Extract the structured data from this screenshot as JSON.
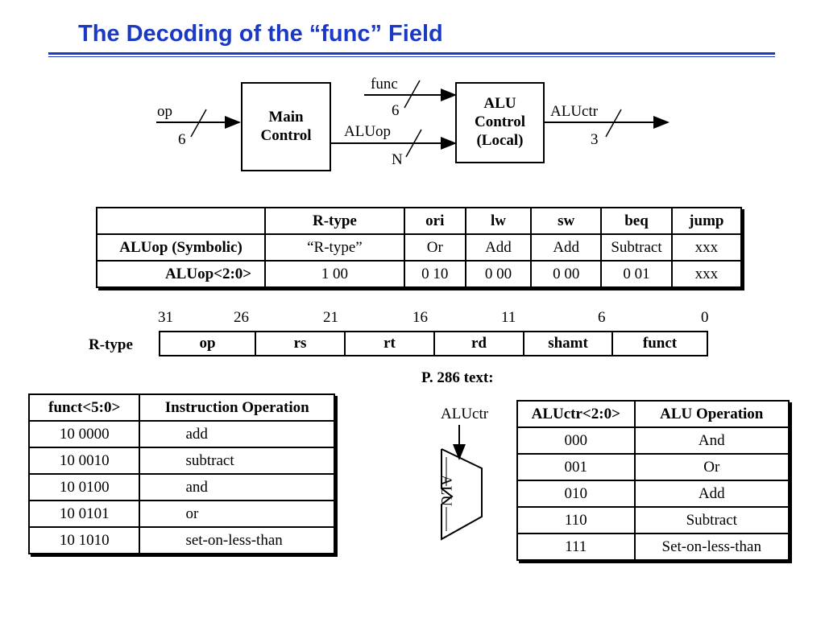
{
  "title": "The Decoding of the “func” Field",
  "diagram": {
    "main_control": [
      "Main",
      "Control"
    ],
    "alu_control": [
      "ALU",
      "Control",
      "(Local)"
    ],
    "op_label": "op",
    "op_width": "6",
    "func_label": "func",
    "func_width": "6",
    "aluop_label": "ALUop",
    "aluop_width": "N",
    "aluctr_label": "ALUctr",
    "aluctr_width": "3"
  },
  "aluop_table": {
    "headers": [
      "",
      "R-type",
      "ori",
      "lw",
      "sw",
      "beq",
      "jump"
    ],
    "rows": [
      [
        "ALUop (Symbolic)",
        "“R-type”",
        "Or",
        "Add",
        "Add",
        "Subtract",
        "xxx"
      ],
      [
        "ALUop<2:0>",
        "1 00",
        "0 10",
        "0 00",
        "0 00",
        "0 01",
        "xxx"
      ]
    ]
  },
  "rtype_format": {
    "label": "R-type",
    "bit_positions": [
      "31",
      "26",
      "21",
      "16",
      "11",
      "6",
      "0"
    ],
    "fields": [
      "op",
      "rs",
      "rt",
      "rd",
      "shamt",
      "funct"
    ]
  },
  "funct_table": {
    "headers": [
      "funct<5:0>",
      "Instruction Operation"
    ],
    "rows": [
      [
        "10 0000",
        "add"
      ],
      [
        "10 0010",
        "subtract"
      ],
      [
        "10 0100",
        "and"
      ],
      [
        "10 0101",
        "or"
      ],
      [
        "10 1010",
        "set-on-less-than"
      ]
    ]
  },
  "page_ref": "P. 286 text:",
  "alu_symbol": {
    "input_label": "ALUctr",
    "body_label": "ALU"
  },
  "aluctr_table": {
    "headers": [
      "ALUctr<2:0>",
      "ALU Operation"
    ],
    "rows": [
      [
        "000",
        "And"
      ],
      [
        "001",
        "Or"
      ],
      [
        "010",
        "Add"
      ],
      [
        "110",
        "Subtract"
      ],
      [
        "111",
        "Set-on-less-than"
      ]
    ]
  }
}
